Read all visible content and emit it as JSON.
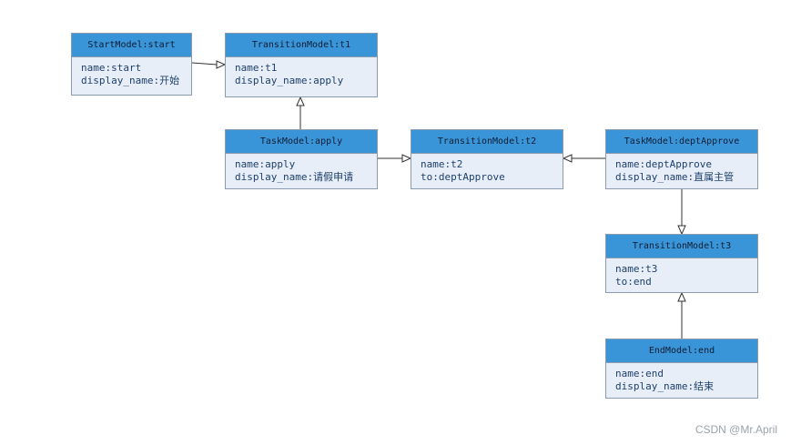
{
  "boxes": {
    "start": {
      "title": "StartModel:start",
      "lines": [
        "name:start",
        "display_name:开始"
      ]
    },
    "t1": {
      "title": "TransitionModel:t1",
      "lines": [
        "name:t1",
        "display_name:apply"
      ]
    },
    "apply": {
      "title": "TaskModel:apply",
      "lines": [
        "name:apply",
        "display_name:请假申请"
      ]
    },
    "t2": {
      "title": "TransitionModel:t2",
      "lines": [
        "name:t2",
        "to:deptApprove"
      ]
    },
    "deptApprove": {
      "title": "TaskModel:deptApprove",
      "lines": [
        "name:deptApprove",
        "display_name:直属主管"
      ]
    },
    "t3": {
      "title": "TransitionModel:t3",
      "lines": [
        "name:t3",
        "to:end"
      ]
    },
    "end": {
      "title": "EndModel:end",
      "lines": [
        "name:end",
        "display_name:结束"
      ]
    }
  },
  "watermark": "CSDN @Mr.April",
  "colors": {
    "header": "#3a94d8",
    "body": "#e8eef8",
    "border": "#8a9bb0",
    "text": "#1c3f6a",
    "line": "#333333"
  }
}
